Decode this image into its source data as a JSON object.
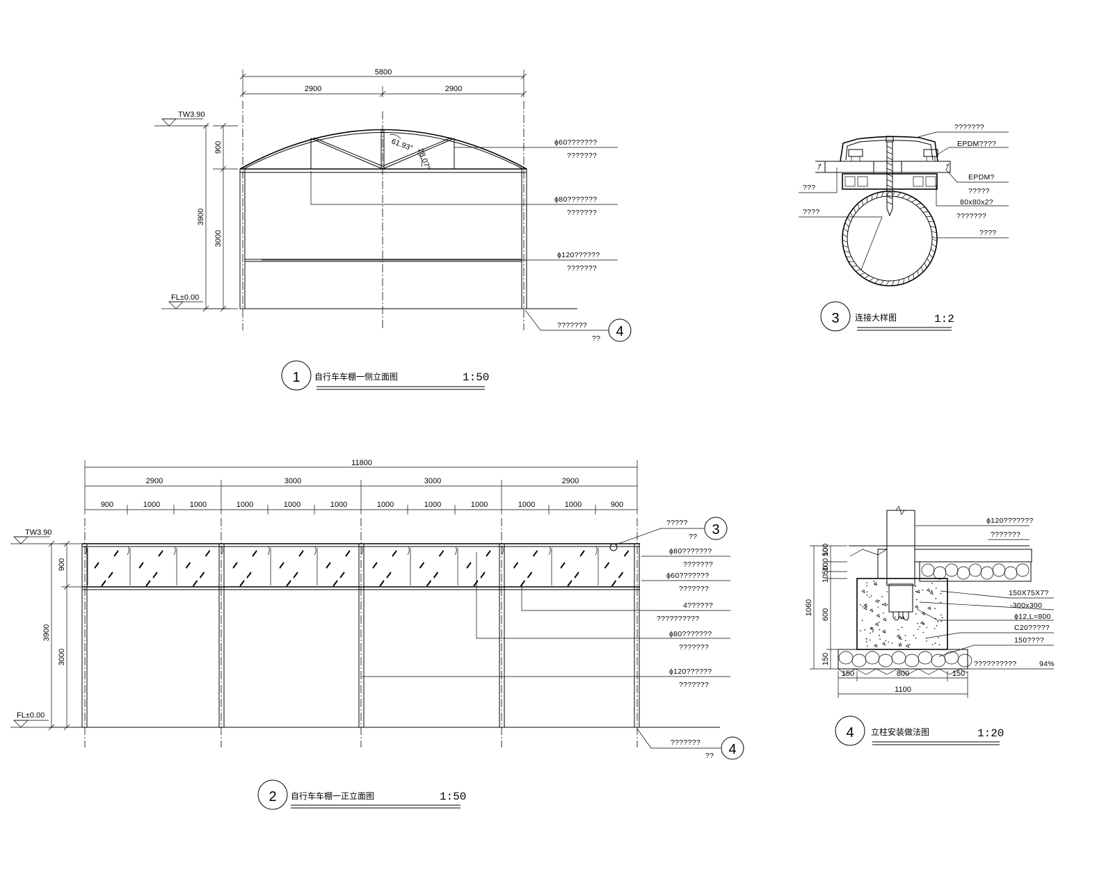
{
  "views": {
    "v1": {
      "number": "1",
      "title": "自行车车棚一侧立面图",
      "scale": "1:50",
      "dims": {
        "total": "5800",
        "half_left": "2900",
        "half_right": "2900",
        "arch": "900",
        "post": "3000",
        "total_h": "3900"
      },
      "levels": {
        "top": "TW3.90",
        "floor": "FL±0.00"
      },
      "angles": {
        "a1": "61.93°",
        "a2": "28.07°"
      },
      "notes": [
        {
          "l1": "ϕ60???????",
          "l2": "???????"
        },
        {
          "l1": "ϕ80???????",
          "l2": "???????"
        },
        {
          "l1": "ϕ120??????",
          "l2": "???????"
        },
        {
          "l1": "???????",
          "l2": "??"
        }
      ],
      "callout": "4"
    },
    "v2": {
      "number": "2",
      "title": "自行车车棚一正立面图",
      "scale": "1:50",
      "dims": {
        "total": "11800",
        "bays": [
          "2900",
          "3000",
          "3000",
          "2900"
        ],
        "subs": [
          "900",
          "1000",
          "1000",
          "1000",
          "1000",
          "1000",
          "1000",
          "1000",
          "1000",
          "1000",
          "1000",
          "900"
        ],
        "arch": "900",
        "post": "3000",
        "total_h": "3900"
      },
      "levels": {
        "top": "TW3.90",
        "floor": "FL±0.00"
      },
      "notes": [
        {
          "l1": "?????",
          "l2": "??"
        },
        {
          "l1": "ϕ80???????",
          "l2": "???????"
        },
        {
          "l1": "ϕ60???????",
          "l2": "???????"
        },
        {
          "l1": "4??????",
          "l2": "??????????"
        },
        {
          "l1": "ϕ80???????",
          "l2": "???????"
        },
        {
          "l1": "ϕ120??????",
          "l2": "???????"
        },
        {
          "l1": "???????",
          "l2": "??"
        }
      ],
      "callouts": [
        "3",
        "4"
      ]
    },
    "v3": {
      "number": "3",
      "title": "连接大样图",
      "scale": "1:2",
      "notes": {
        "r1": "???????",
        "r2": "EPDM????",
        "r3": "EPDM?",
        "r4": "?????",
        "r5": "80x80x2?",
        "r6": "???????",
        "r7": "????",
        "l1": "???",
        "l2": "????"
      }
    },
    "v4": {
      "number": "4",
      "title": "立柱安装做法图",
      "scale": "1:20",
      "dims": {
        "layers": [
          "100",
          "50",
          "100"
        ],
        "small": [
          "10",
          "50"
        ],
        "depth": "600",
        "base": "150",
        "total_h": "1060",
        "w_side_l": "150",
        "w_mid": "800",
        "w_side_r": "150",
        "w_total": "1100"
      },
      "notes": [
        "ϕ120???????",
        "???????",
        "150X75X7?",
        "-300x300",
        "ϕ12,L=800",
        "C20?????",
        "150????",
        "??????????"
      ],
      "percent": "94%"
    }
  }
}
